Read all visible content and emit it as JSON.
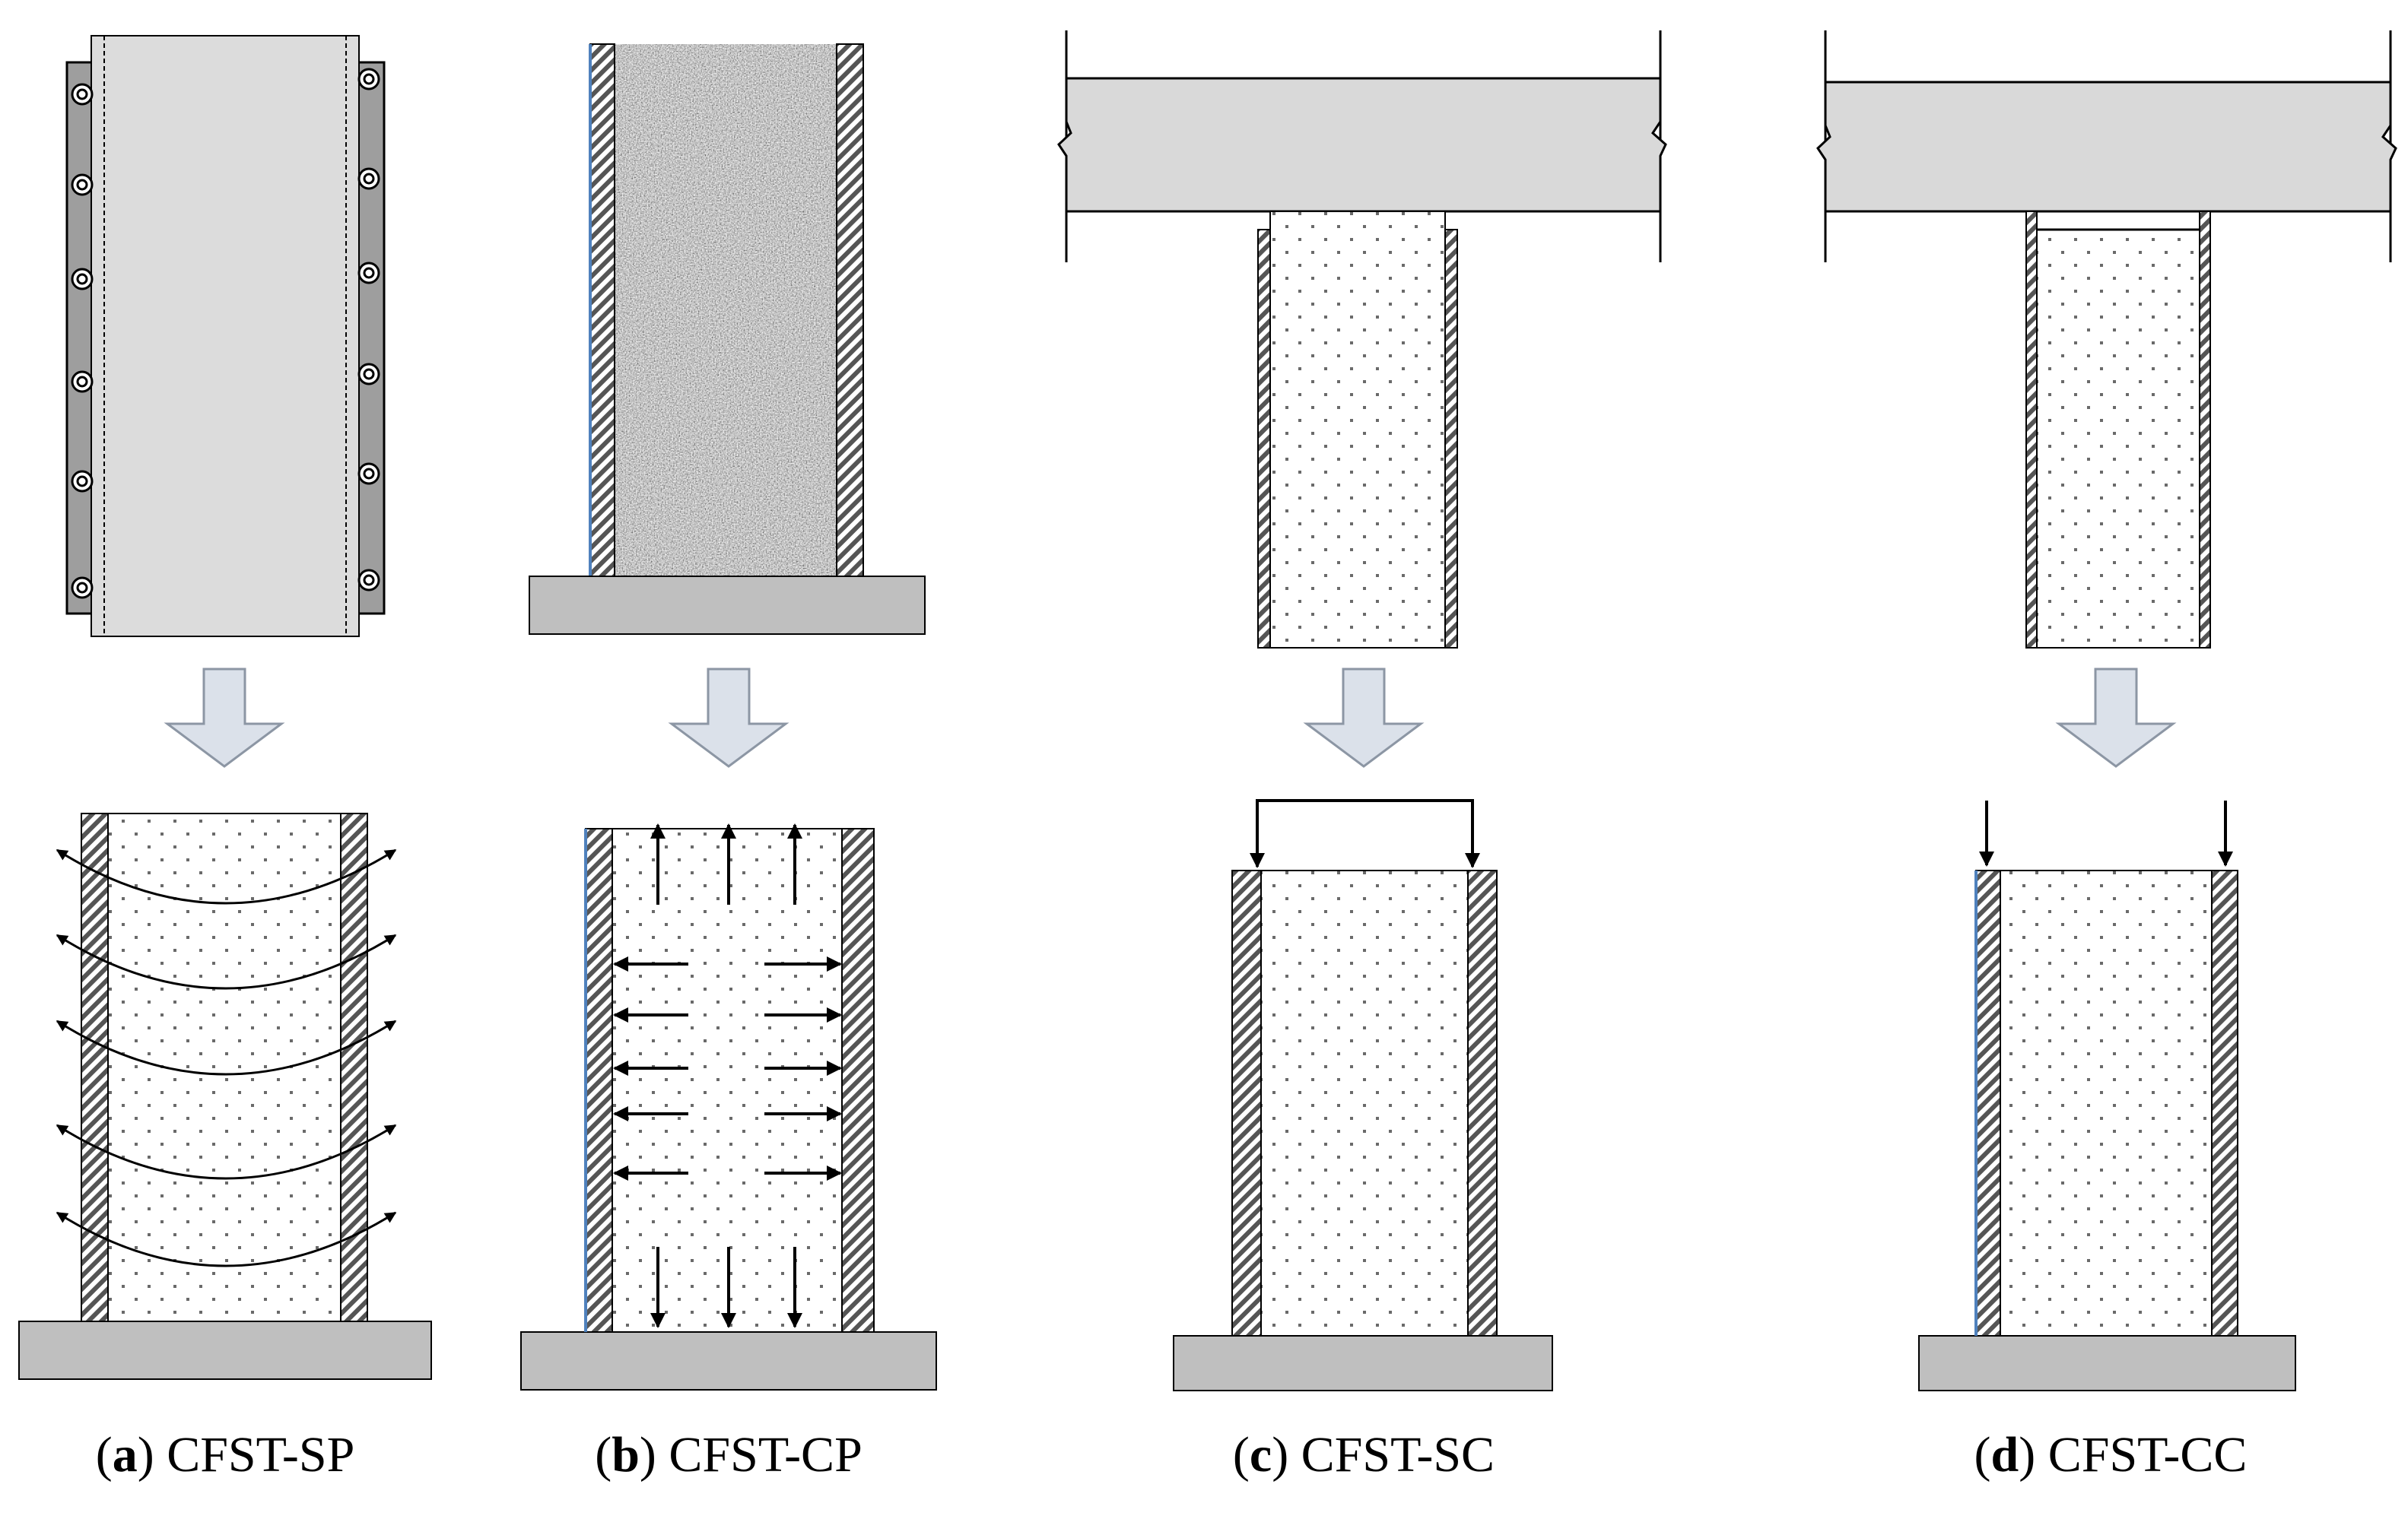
{
  "figure": {
    "panels": [
      {
        "id": "a",
        "letter": "a",
        "label": "CFST-SP"
      },
      {
        "id": "b",
        "letter": "b",
        "label": "CFST-CP"
      },
      {
        "id": "c",
        "letter": "c",
        "label": "CFST-SC"
      },
      {
        "id": "d",
        "letter": "d",
        "label": "CFST-CC"
      }
    ]
  },
  "colors": {
    "beam_fill": "#d9d9d9",
    "base_fill": "#bfbfbf",
    "plate_fill": "#9e9e9e",
    "column_light": "#dcdcdc",
    "arrow_fill": "#dbe1ea",
    "arrow_stroke": "#8c96a4",
    "stroke": "#000000",
    "dot": "#6a6a6a",
    "tube_edge_blue": "#4f81bd"
  }
}
